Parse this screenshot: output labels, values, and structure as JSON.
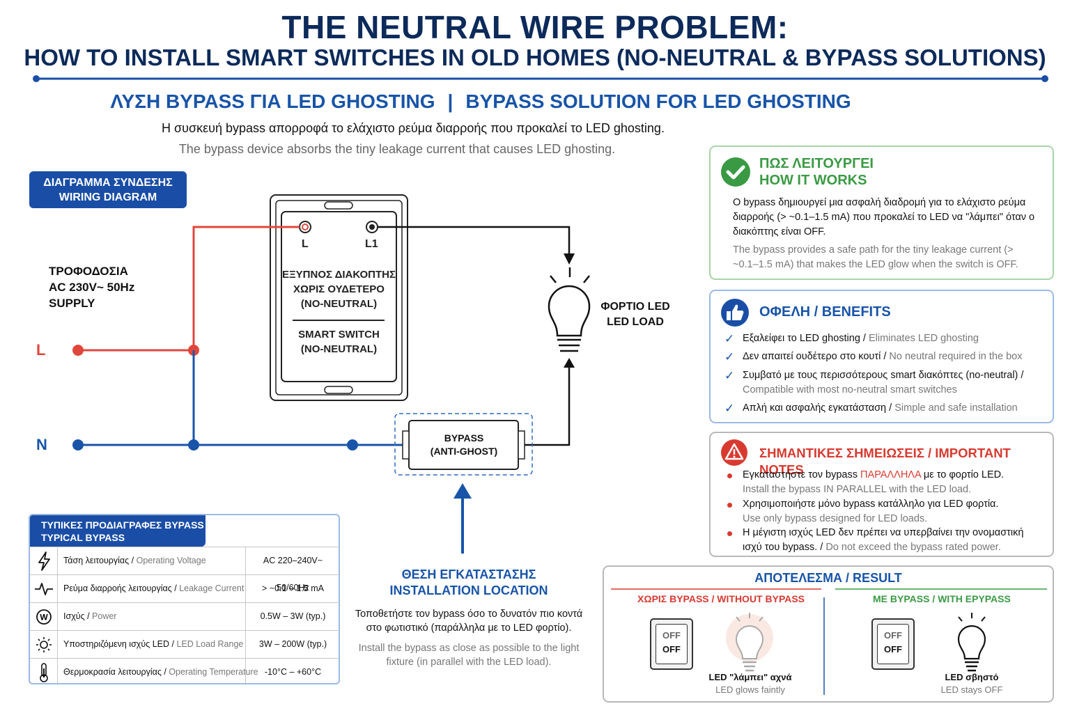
{
  "header": {
    "title": "THE NEUTRAL WIRE PROBLEM:",
    "subtitle": "HOW TO INSTALL SMART SWITCHES IN OLD HOMES (NO-NEUTRAL & BYPASS SOLUTIONS)"
  },
  "section": {
    "title_el": "ΛΥΣΗ BYPASS ΓΙΑ LED GHOSTING",
    "separator": "|",
    "title_en": "BYPASS SOLUTION FOR LED GHOSTING",
    "desc_el": "Η συσκευή bypass απορροφά το ελάχιστο ρεύμα διαρροής που προκαλεί το LED ghosting.",
    "desc_en": "The bypass device absorbs the tiny leakage current that causes LED ghosting."
  },
  "diagram": {
    "badge_el": "ΔΙΑΓΡΑΜΜΑ ΣΥΝΔΕΣΗΣ",
    "badge_en": "WIRING DIAGRAM",
    "supply_line1": "ΤΡΟΦΟΔΟΣΙΑ",
    "supply_line2": "AC 230V~ 50Hz",
    "supply_line3": "SUPPLY",
    "phase_L": "L",
    "phase_N": "N",
    "terminal_L": "L",
    "terminal_L1": "L1",
    "switch_el_1": "ΕΞΥΠΝΟΣ ΔΙΑΚΟΠΤΗΣ",
    "switch_el_2": "ΧΩΡΙΣ ΟΥΔΕΤΕΡΟ",
    "switch_el_3": "(NO-NEUTRAL)",
    "switch_en_1": "SMART SWITCH",
    "switch_en_2": "(NO-NEUTRAL)",
    "load_el": "ΦΟΡΤΙΟ LED",
    "load_en": "LED LOAD",
    "bypass_1": "BYPASS",
    "bypass_2": "(ANTI-GHOST)",
    "location_title_el": "ΘΕΣΗ ΕΓΚΑΤΑΣΤΑΣΗΣ",
    "location_title_en": "INSTALLATION LOCATION",
    "location_el": "Τοποθετήστε τον bypass όσο το δυνατόν πιο κοντά στο φωτιστικό (παράλληλα με το LED φορτίο).",
    "location_en": "Install the bypass as close as possible to the light fixture (in parallel with the LED load).",
    "colors": {
      "live": "#e0473c",
      "neutral": "#1854a8",
      "switched": "#111111"
    }
  },
  "how": {
    "title_el": "ΠΩΣ ΛΕΙΤΟΥΡΓΕΙ",
    "title_en": "HOW IT WORKS",
    "text_el": "Ο bypass δημιουργεί μια ασφαλή διαδρομή για το ελάχιστο ρεύμα διαρροής (> ~0.1–1.5 mA) που προκαλεί το LED να \"λάμπει\" όταν ο διακόπτης είναι OFF.",
    "text_en": "The bypass provides a safe path for the tiny leakage current (> ~0.1–1.5 mA) that makes the LED glow when the switch is OFF."
  },
  "benefits": {
    "title": "ΟΦΕΛΗ / BENEFITS",
    "items": [
      {
        "el": "Εξαλείφει το LED ghosting",
        "en": "Eliminates LED ghosting"
      },
      {
        "el": "Δεν απαιτεί ουδέτερο στο κουτί",
        "en": "No neutral required in the box"
      },
      {
        "el": "Συμβατό με τους περισσότερους smart διακόπτες (no-neutral)",
        "en": "Compatible with most no-neutral smart switches"
      },
      {
        "el": "Απλή και ασφαλής εγκατάσταση",
        "en": "Simple and safe installation"
      }
    ]
  },
  "notes": {
    "title": "ΣΗΜΑΝΤΙΚΕΣ ΣΗΜΕΙΩΣΕΙΣ / IMPORTANT NOTES",
    "item1_pre": "Εγκαταστήστε τον bypass",
    "item1_hl": "ΠΑΡΑΛΛΗΛΑ",
    "item1_post": "με το φορτίο LED.",
    "item1_en": "Install the bypass IN PARALLEL with the LED load.",
    "item2_el": "Χρησιμοποιήστε μόνο bypass κατάλληλο για LED φορτία.",
    "item2_en": "Use only bypass designed for LED loads.",
    "item3_el": "Η μέγιστη ισχύς LED δεν πρέπει να υπερβαίνει την ονομαστική ισχύ του bypass.",
    "item3_en": "Do not exceed the bypass rated power."
  },
  "specs": {
    "title_el": "ΤΥΠΙΚΕΣ ΠΡΟΔΙΑΓΡΑΦΕΣ BYPASS",
    "title_en": "TYPICAL BYPASS SPECIFICATIONS",
    "rows": [
      {
        "icon": "lightning-icon",
        "el": "Τάση λειτουργίας",
        "en": "Operating Voltage",
        "value": "AC 220–240V~ 50/60Hz"
      },
      {
        "icon": "waveform-icon",
        "el": "Ρεύμα διαρροής λειτουργίας",
        "en": "Leakage Current",
        "value": "> ~0.1 – 1.5 mA"
      },
      {
        "icon": "watt-icon",
        "el": "Ισχύς",
        "en": "Power",
        "value": "0.5W – 3W (typ.)"
      },
      {
        "icon": "sun-icon",
        "el": "Υποστηριζόμενη ισχύς LED",
        "en": "LED Load Range",
        "value": "3W – 200W (typ.)"
      },
      {
        "icon": "thermometer-icon",
        "el": "Θερμοκρασία λειτουργίας",
        "en": "Operating Temperature",
        "value": "-10°C – +60°C"
      }
    ]
  },
  "result": {
    "title": "ΑΠΟΤΕΛΕΣΜΑ / RESULT",
    "without_title": "ΧΩΡΙΣ BYPASS / WITHOUT BYPASS",
    "with_title": "ΜΕ BYPASS / WITH EPYPASS",
    "switch_off_top": "OFF",
    "switch_off_bottom": "OFF",
    "without_cap_el": "LED \"λάμπει\" αχνά",
    "without_cap_en": "LED glows faintly",
    "with_cap_el": "LED σβηστό",
    "with_cap_en": "LED stays OFF"
  }
}
